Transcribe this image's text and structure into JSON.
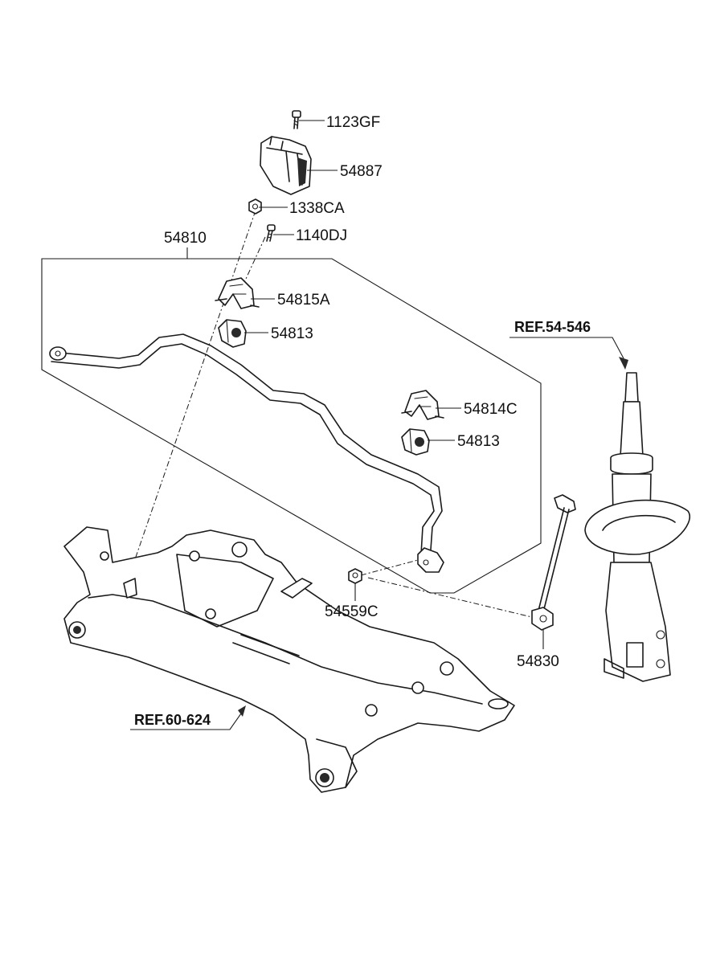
{
  "labels": {
    "bolt_top": "1123GF",
    "bracket_cover": "54887",
    "nut": "1338CA",
    "bolt": "1140DJ",
    "stabilizer_bar_assy": "54810",
    "bushing_bracket_lh": "54815A",
    "bushing_lh": "54813",
    "bracket_rh": "54814C",
    "bushing_rh": "54813",
    "link_nut": "54559C",
    "stabilizer_link": "54830"
  },
  "refs": {
    "strut_ref": "REF.54-546",
    "crossmember_ref": "REF.60-624"
  }
}
